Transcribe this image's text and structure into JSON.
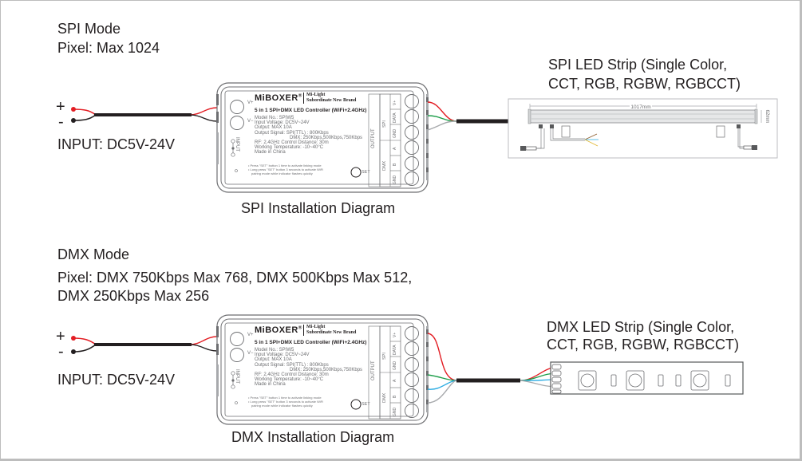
{
  "spi": {
    "mode_title": "SPI Mode",
    "pixel_info": "Pixel: Max 1024",
    "input_plus": "+",
    "input_minus": "-",
    "input_label": "INPUT: DC5V-24V",
    "strip_title_line1": "SPI LED Strip (Single Color,",
    "strip_title_line2": "CCT, RGB, RGBW, RGBCCT)",
    "strip_length": "1017mm",
    "strip_height": "62mm",
    "caption": "SPI Installation Diagram",
    "wire_colors": [
      "#e31e24",
      "#1e9e4a",
      "#a7a9ac"
    ]
  },
  "dmx": {
    "mode_title": "DMX Mode",
    "pixel_info_line1": "Pixel: DMX 750Kbps Max 768, DMX 500Kbps Max 512,",
    "pixel_info_line2": "DMX 250Kbps Max 256",
    "input_plus": "+",
    "input_minus": "-",
    "input_label": "INPUT: DC5V-24V",
    "strip_title_line1": "DMX LED Strip (Single Color,",
    "strip_title_line2": "CCT, RGB, RGBW, RGBCCT)",
    "caption": "DMX Installation Diagram",
    "wire_colors": [
      "#e31e24",
      "#1e9e4a",
      "#29abe2",
      "#a7a9ac"
    ]
  },
  "controller": {
    "brand": "MiBOXER",
    "brand_mark": "®",
    "sub_brand_line1": "Mi-Light",
    "sub_brand_line2": "Subordinate New Brand",
    "product_title": "5 in 1 SPI+DMX LED Controller (WiFi+2.4GHz)",
    "specs": [
      "Model No.: SPIW5",
      "Input Voltage: DC5V~24V",
      "Output: MAX 10A",
      "Output Signal: SPI(TTL) : 800Kbps",
      "DMX: 250Kbps,500Kbps,750Kbps",
      "RF: 2.4GHz  Control Distance: 30m",
      "Working Temperature: -10~40°C",
      "Made in China"
    ],
    "notes": [
      "Press \"SET\" button 1 time to activate linking mode",
      "Long press \"SET\" button 3 seconds to activate WiFi",
      "pairing mode while indicator flashes quickly"
    ],
    "set_label": "SET",
    "input_terminals": [
      "V+",
      "V−"
    ],
    "input_side_label": "INPUT",
    "output_label": "OUTPUT",
    "group_spi": "SPI",
    "group_dmx": "DMX",
    "output_terminals": [
      "V+",
      "DATA",
      "GND",
      "A",
      "B",
      "GND"
    ]
  },
  "colors": {
    "red_wire": "#e31e24",
    "black_wire": "#231f20",
    "green_wire": "#1e9e4a",
    "blue_wire": "#29abe2",
    "gray_wire": "#a7a9ac",
    "outline": "#6d6e71"
  }
}
